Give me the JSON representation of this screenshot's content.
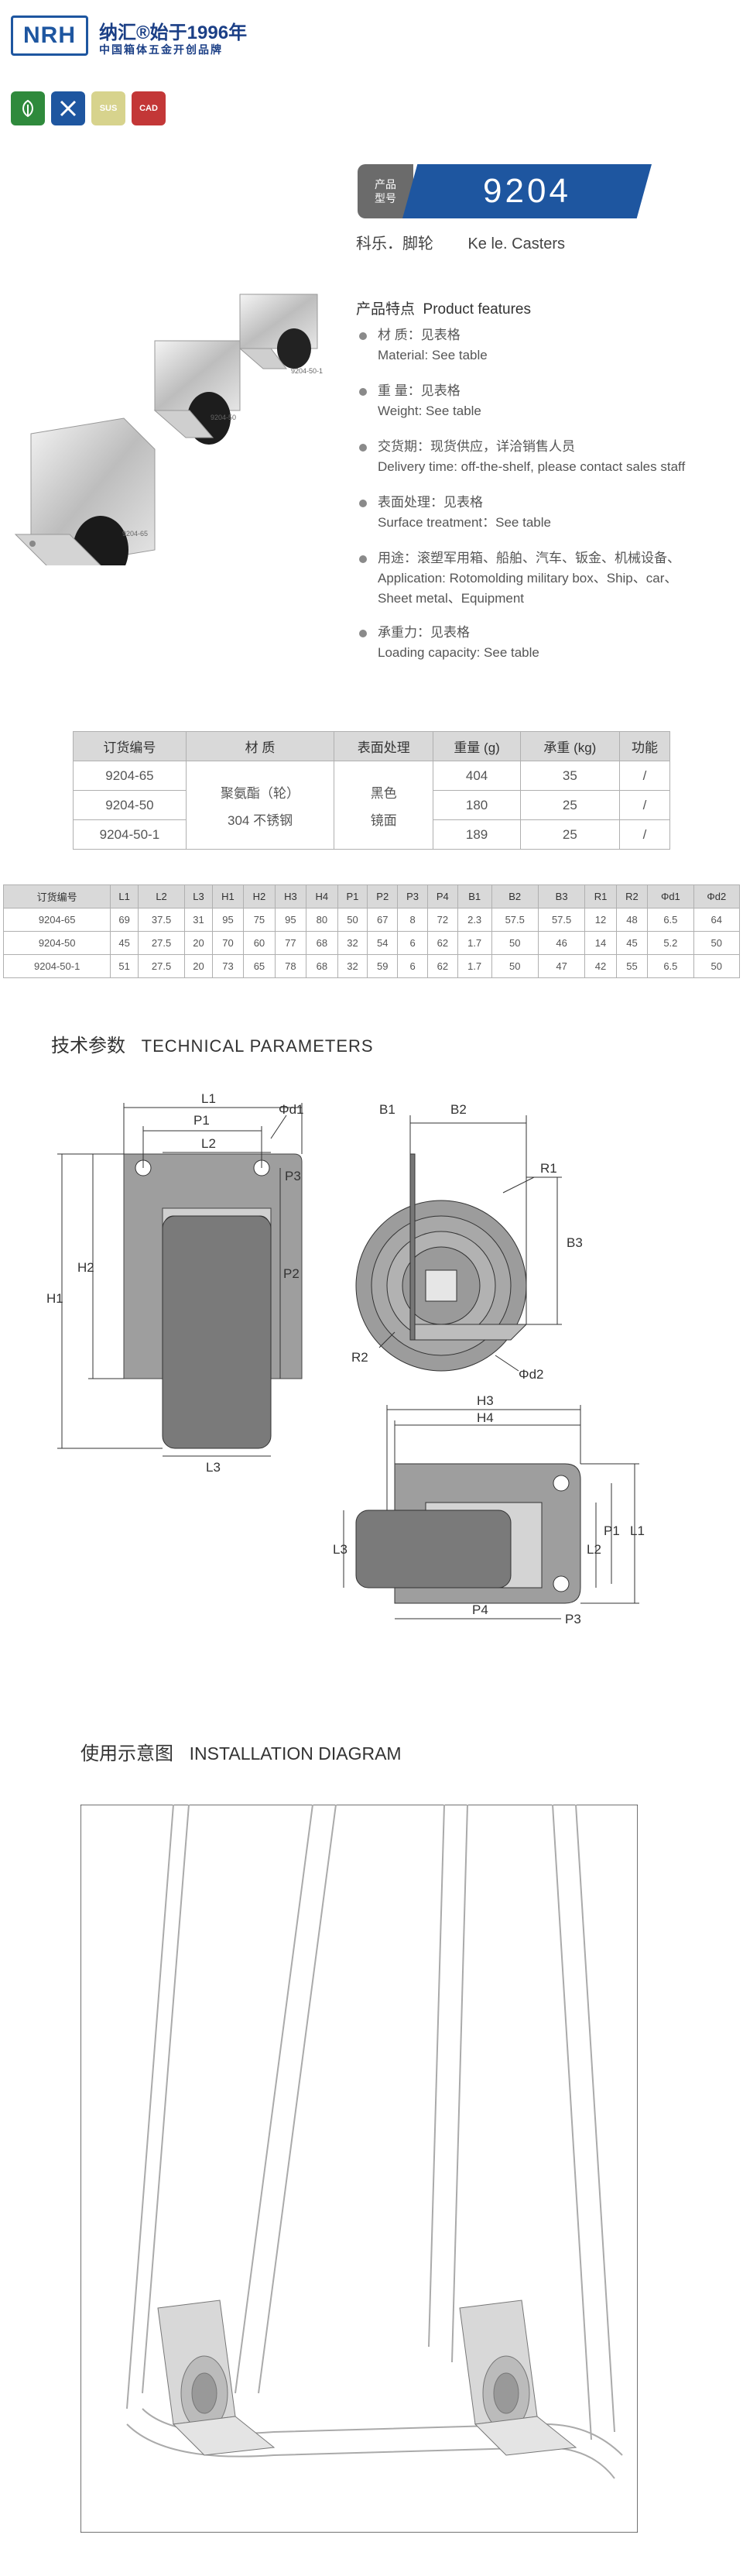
{
  "header": {
    "logo_text": "NRH",
    "brand_name": "纳汇®始于1996年",
    "brand_slogan": "中国箱体五金开创品牌",
    "badges": [
      "eco-icon",
      "tools-icon",
      "SUS",
      "CAD"
    ]
  },
  "model": {
    "tag_line1": "产品",
    "tag_line2": "型号",
    "number": "9204",
    "subtitle": "科乐．脚轮        Ke le. Casters"
  },
  "images": {
    "label_1": "9204-50-1",
    "label_2": "9204-50",
    "label_3": "9204-65"
  },
  "features": {
    "title": "产品特点  Product features",
    "items": [
      {
        "cn": "材  质：见表格",
        "en": "Material: See table"
      },
      {
        "cn": "重  量：见表格",
        "en": "Weight: See table"
      },
      {
        "cn": "交货期：现货供应，详洽销售人员",
        "en": "Delivery time: off-the-shelf, please contact sales staff"
      },
      {
        "cn": "表面处理：见表格",
        "en": "Surface treatment：See table"
      },
      {
        "cn": "用途：滚塑军用箱、船舶、汽车、钣金、机械设备、",
        "en": "Application: Rotomolding military box、Ship、car、",
        "en2": "Sheet metal、Equipment"
      },
      {
        "cn": "承重力：见表格",
        "en": "Loading capacity: See table"
      }
    ]
  },
  "table1": {
    "headers": [
      "订货编号",
      "材    质",
      "表面处理",
      "重量 (g)",
      "承重 (kg)",
      "功能"
    ],
    "material_1": "聚氨酯（轮）",
    "material_2": "304 不锈钢",
    "finish_1": "黑色",
    "finish_2": "镜面",
    "rows": [
      {
        "code": "9204-65",
        "weight": "404",
        "load": "35",
        "func": "/"
      },
      {
        "code": "9204-50",
        "weight": "180",
        "load": "25",
        "func": "/"
      },
      {
        "code": "9204-50-1",
        "weight": "189",
        "load": "25",
        "func": "/"
      }
    ]
  },
  "table2": {
    "headers": [
      "订货编号",
      "L1",
      "L2",
      "L3",
      "H1",
      "H2",
      "H3",
      "H4",
      "P1",
      "P2",
      "P3",
      "P4",
      "B1",
      "B2",
      "B3",
      "R1",
      "R2",
      "Φd1",
      "Φd2"
    ],
    "rows": [
      [
        "9204-65",
        "69",
        "37.5",
        "31",
        "95",
        "75",
        "95",
        "80",
        "50",
        "67",
        "8",
        "72",
        "2.3",
        "57.5",
        "57.5",
        "12",
        "48",
        "6.5",
        "64"
      ],
      [
        "9204-50",
        "45",
        "27.5",
        "20",
        "70",
        "60",
        "77",
        "68",
        "32",
        "54",
        "6",
        "62",
        "1.7",
        "50",
        "46",
        "14",
        "45",
        "5.2",
        "50"
      ],
      [
        "9204-50-1",
        "51",
        "27.5",
        "20",
        "73",
        "65",
        "78",
        "68",
        "32",
        "59",
        "6",
        "62",
        "1.7",
        "50",
        "47",
        "42",
        "55",
        "6.5",
        "50"
      ]
    ]
  },
  "tech": {
    "title_cn": "技术参数",
    "title_en": "TECHNICAL PARAMETERS",
    "labels": {
      "L1": "L1",
      "P1": "P1",
      "L2": "L2",
      "d1": "Φd1",
      "P3": "P3",
      "H1": "H1",
      "H2": "H2",
      "P2": "P2",
      "L3": "L3",
      "B1": "B1",
      "B2": "B2",
      "R1": "R1",
      "B3": "B3",
      "R2": "R2",
      "d2": "Φd2",
      "H3": "H3",
      "H4": "H4",
      "P4": "P4"
    }
  },
  "install": {
    "title_cn": "使用示意图",
    "title_en": "INSTALLATION DIAGRAM"
  }
}
